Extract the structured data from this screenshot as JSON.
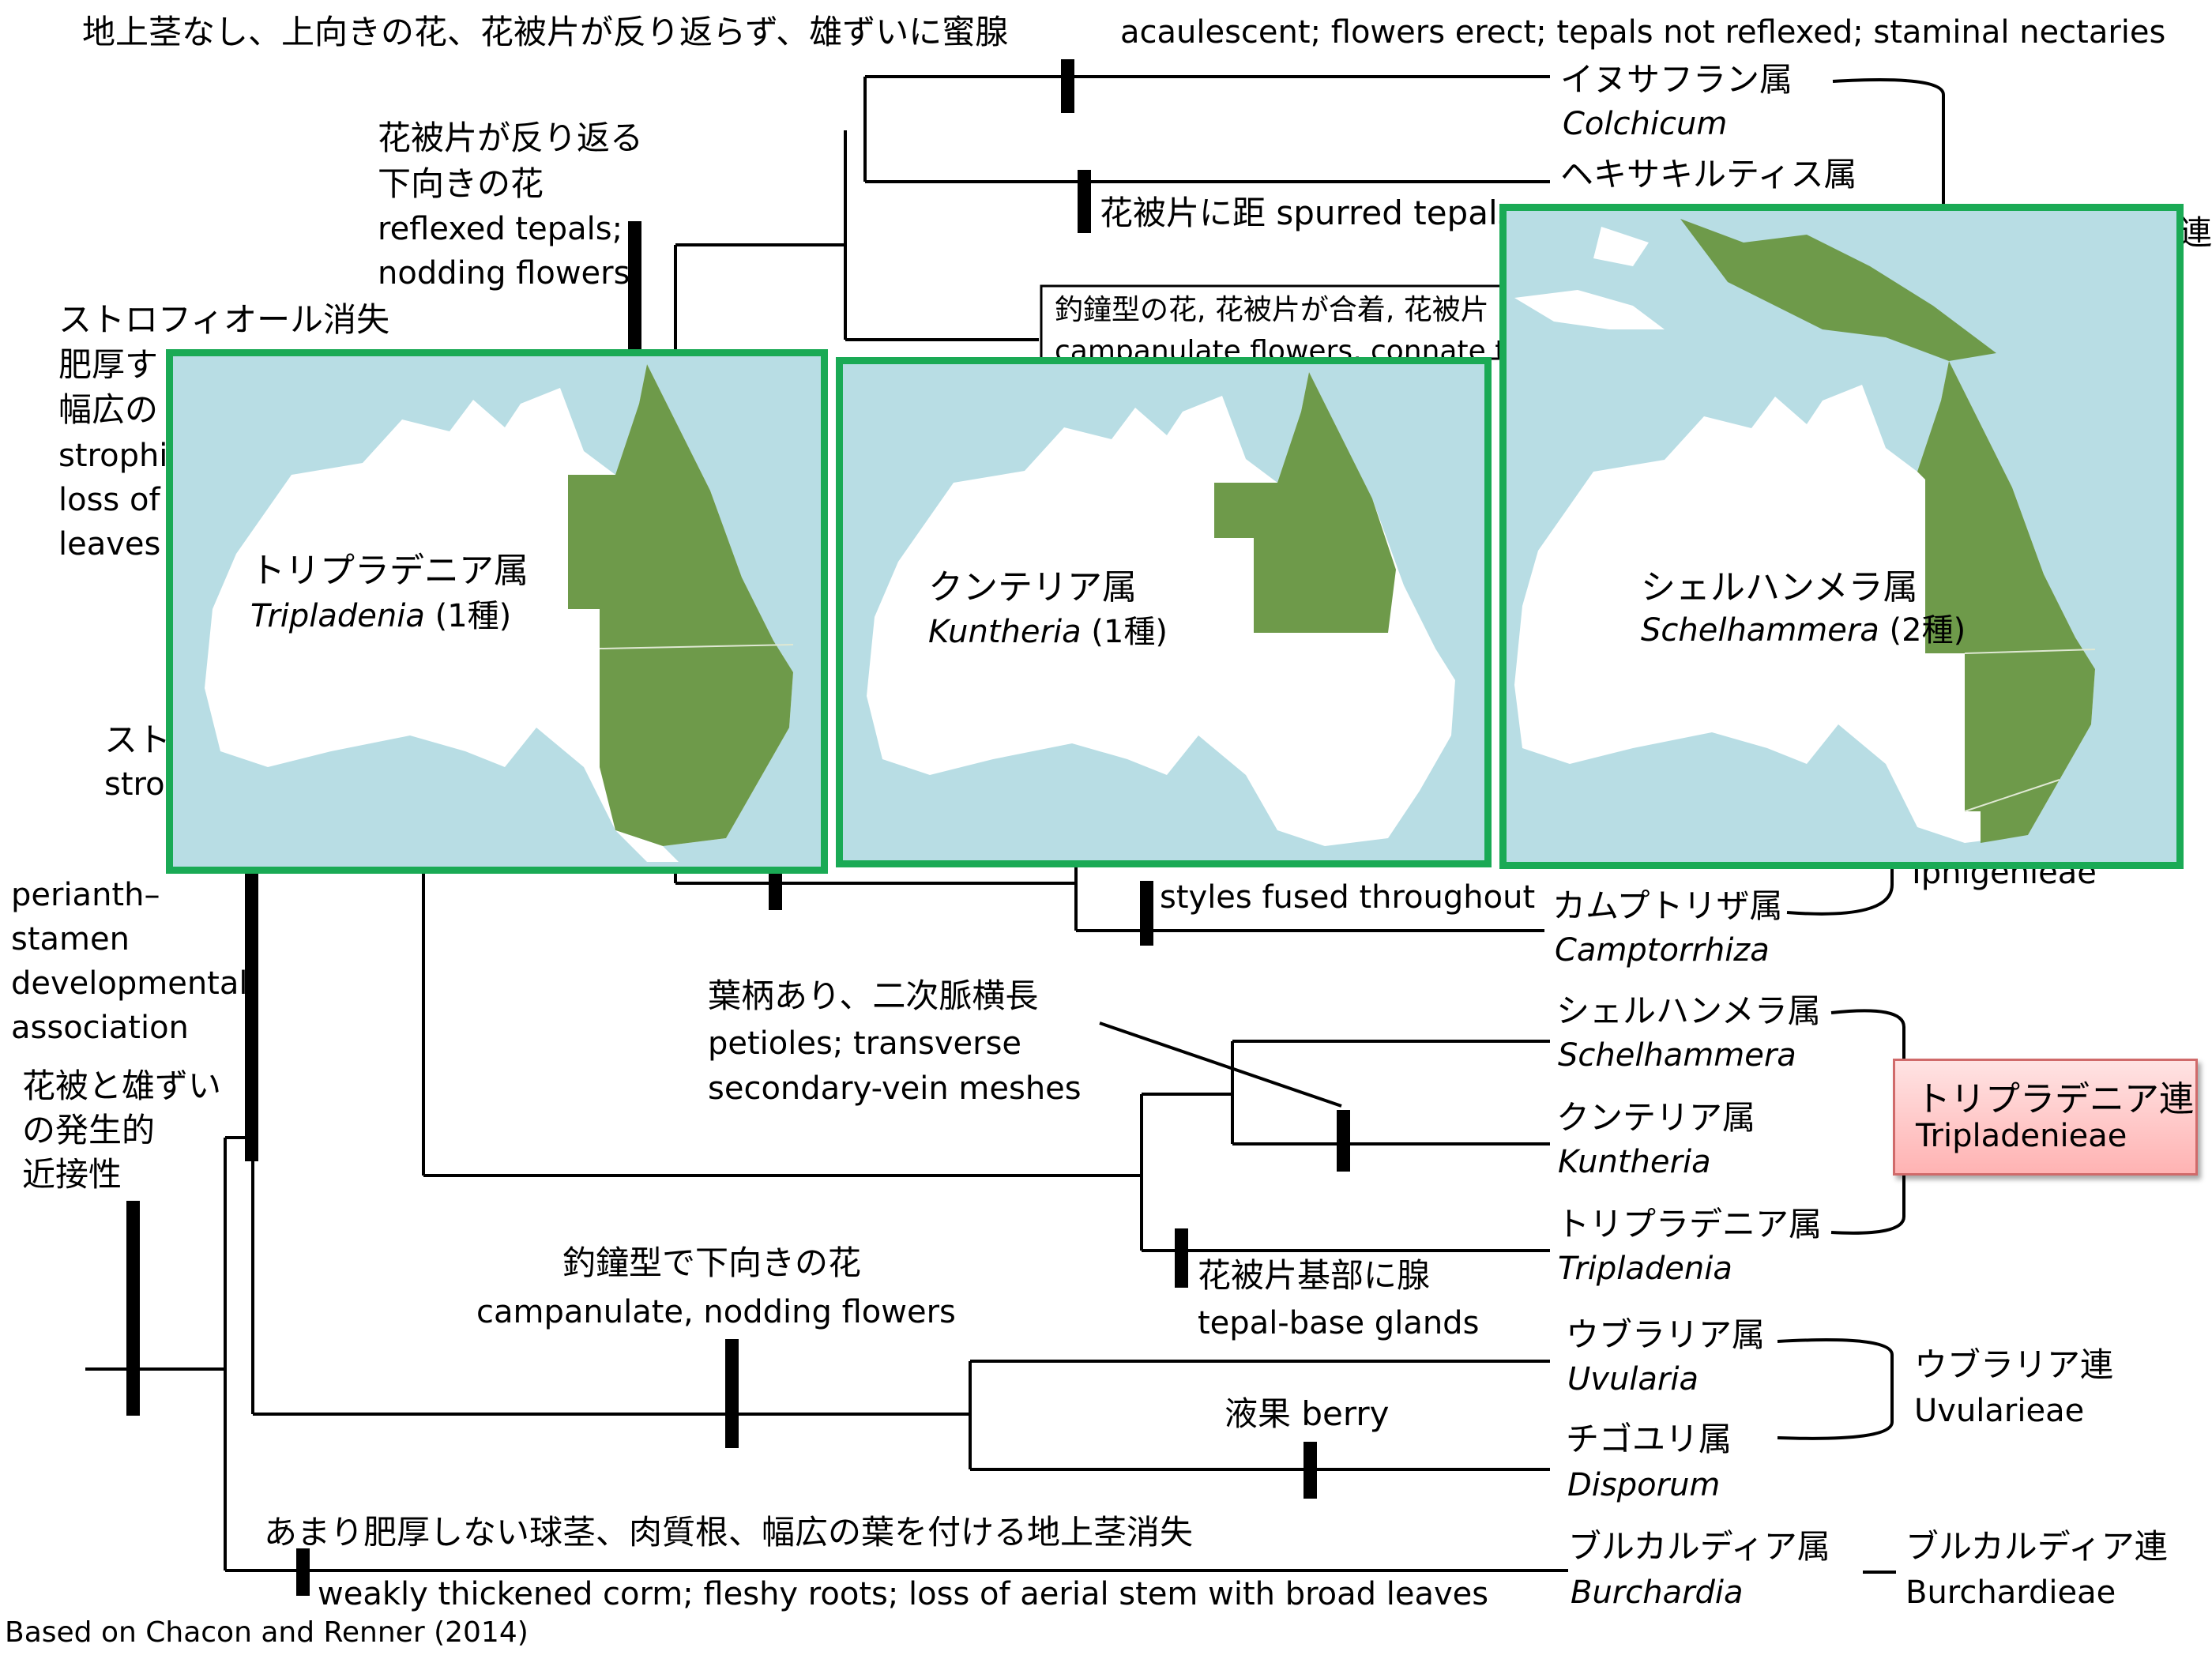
{
  "header": {
    "title_jp": "地上茎なし、上向きの花、花被片が反り返らず、雄ずいに蜜腺",
    "title_en": "acaulescent; flowers erect; tepals not reflexed; staminal nectaries"
  },
  "characters": {
    "reflexed_jp_1": "花被片が反り返る",
    "reflexed_jp_2": "下向きの花",
    "reflexed_en_1": "reflexed tepals;",
    "reflexed_en_2": "nodding flowers",
    "strophiole_jp_1": "ストロフィオール消失",
    "strophiole_jp_2": "肥厚す",
    "strophiole_jp_3": "幅広の",
    "strophiole_en_1": "strophi",
    "strophiole_en_2": "loss of",
    "strophiole_en_3": "leaves",
    "stro_jp_partial": "スト",
    "stro_en_partial": "stro",
    "spurred": "花被片に距 spurred tepals",
    "campanulate_connate_jp": "釣鐘型の花, 花被片が合着, 花被片",
    "campanulate_connate_en": "campanulate flowers, connate tepal",
    "perianth_1": "perianth–",
    "perianth_2": "stamen",
    "perianth_3": "developmental",
    "perianth_4": "association",
    "perianth_jp_1": "花被と雄ずい",
    "perianth_jp_2": "の発生的",
    "perianth_jp_3": "近接性",
    "styles_fused": "styles fused throughout",
    "petiole_jp": "葉柄あり、二次脈横長",
    "petiole_en_1": "petioles; transverse",
    "petiole_en_2": "secondary-vein meshes",
    "tepal_gland_jp": "花被片基部に腺",
    "tepal_gland_en": "tepal-base glands",
    "nodding_jp": "釣鐘型で下向きの花",
    "nodding_en": "campanulate, nodding flowers",
    "berry": "液果 berry",
    "corm_jp": "あまり肥厚しない球茎、肉質根、幅広の葉を付ける地上茎消失",
    "corm_en": "weakly thickened corm; fleshy roots; loss of aerial stem with broad leaves"
  },
  "taxa": {
    "colchicum_jp": "イヌサフラン属",
    "colchicum_lat": "Colchicum",
    "hexacyrtis_jp": "ヘキサキルティス属",
    "camptorrhiza_jp": "カムプトリザ属",
    "camptorrhiza_lat": "Camptorrhiza",
    "schelhammera_jp": "シェルハンメラ属",
    "schelhammera_lat": "Schelhammera",
    "kuntheria_jp": "クンテリア属",
    "kuntheria_lat": "Kuntheria",
    "tripladenia_jp": "トリプラデニア属",
    "tripladenia_lat": "Tripladenia",
    "uvularia_jp": "ウブラリア属",
    "uvularia_lat": "Uvularia",
    "disporum_jp": "チゴユリ属",
    "disporum_lat": "Disporum",
    "burchardia_jp": "ブルカルディア属",
    "burchardia_lat": "Burchardia"
  },
  "tribes": {
    "colchiceae_partial": "連",
    "iphigenieae_partial": "Iphigenieae",
    "tripladenieae_jp": "トリプラデニア連",
    "tripladenieae_en": "Tripladenieae",
    "uvularieae_jp": "ウブラリア連",
    "uvularieae_en": "Uvularieae",
    "burchardieae_jp": "ブルカルディア連",
    "burchardieae_en": "Burchardieae"
  },
  "maps": [
    {
      "name_jp": "トリプラデニア属",
      "name_lat": "Tripladenia",
      "species": "(1種)"
    },
    {
      "name_jp": "クンテリア属",
      "name_lat": "Kuntheria",
      "species": "(1種)"
    },
    {
      "name_jp": "シェルハンメラ属",
      "name_lat": "Schelhammera",
      "species": "(2種)"
    }
  ],
  "colors": {
    "map_border": "#1aaa55",
    "sea": "#b8dde4",
    "land": "#ffffff",
    "range": "#6e9a4a",
    "tribe_box_fill": "#ffc4c4",
    "tribe_box_border": "#d06a6a"
  },
  "footer": {
    "source": "Based on Chacon and Renner (2014)"
  }
}
